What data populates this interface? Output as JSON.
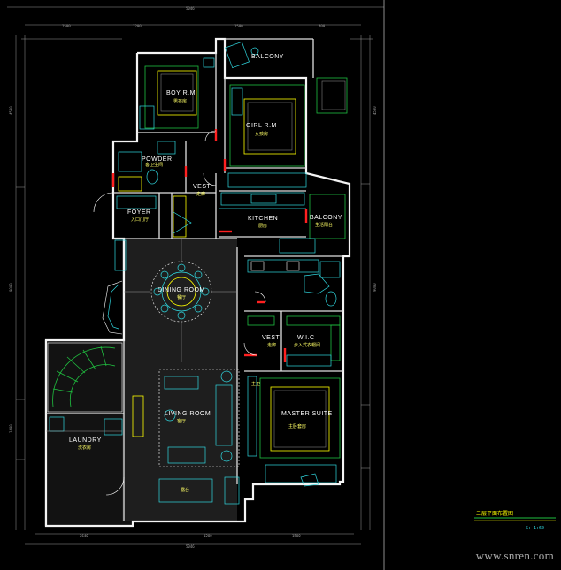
{
  "drawing": {
    "rooms": [
      {
        "id": "balcony_top",
        "en": "BALCONY",
        "cn": ""
      },
      {
        "id": "boy_rm",
        "en": "BOY R.M",
        "cn": "男孩房"
      },
      {
        "id": "girl_rm",
        "en": "GIRL R.M",
        "cn": "女孩房"
      },
      {
        "id": "powder",
        "en": "POWDER",
        "cn": "客卫生间"
      },
      {
        "id": "vest1",
        "en": "VEST.",
        "cn": "走廊"
      },
      {
        "id": "foyer",
        "en": "FOYER",
        "cn": "入口门厅"
      },
      {
        "id": "kitchen",
        "en": "KITCHEN",
        "cn": "厨房"
      },
      {
        "id": "balcony_right",
        "en": "BALCONY",
        "cn": "生活阳台"
      },
      {
        "id": "dining",
        "en": "DINING ROOM",
        "cn": "餐厅"
      },
      {
        "id": "vest2",
        "en": "VEST.",
        "cn": "走廊"
      },
      {
        "id": "wic",
        "en": "W.I.C",
        "cn": "步入式衣帽间"
      },
      {
        "id": "master",
        "en": "MASTER SUITE",
        "cn": "主卧套房"
      },
      {
        "id": "living",
        "en": "LIVING ROOM",
        "cn": "客厅"
      },
      {
        "id": "laundry",
        "en": "LAUNDRY",
        "cn": "洗衣房"
      },
      {
        "id": "master_bath",
        "en": "",
        "cn": "主卫"
      },
      {
        "id": "terrace",
        "en": "",
        "cn": "露台"
      }
    ],
    "title": "二层平面布置图",
    "scale": "S: 1:60",
    "watermark": "www.snren.com"
  }
}
